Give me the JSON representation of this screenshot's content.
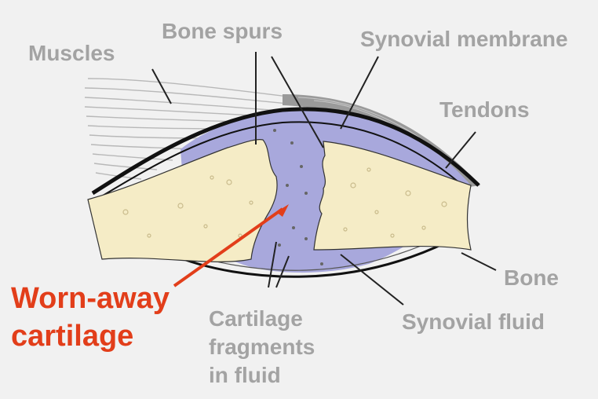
{
  "labels": {
    "muscles": "Muscles",
    "bone_spurs": "Bone spurs",
    "synovial_membrane": "Synovial membrane",
    "tendons": "Tendons",
    "bone": "Bone",
    "synovial_fluid": "Synovial fluid",
    "cartilage_fragments": "Cartilage fragments in fluid",
    "worn_away_cartilage": "Worn-away cartilage"
  },
  "colors": {
    "background": "#f1f1f1",
    "bone": "#f5ecc6",
    "synovial_fluid": "#a8a8dc",
    "muscle_lines": "#b8b8b8",
    "label_gray": "#a3a3a3",
    "accent_red": "#e23e1a",
    "outline": "#111111"
  },
  "icons": [
    "knee-joint-cross-section-illustration"
  ]
}
